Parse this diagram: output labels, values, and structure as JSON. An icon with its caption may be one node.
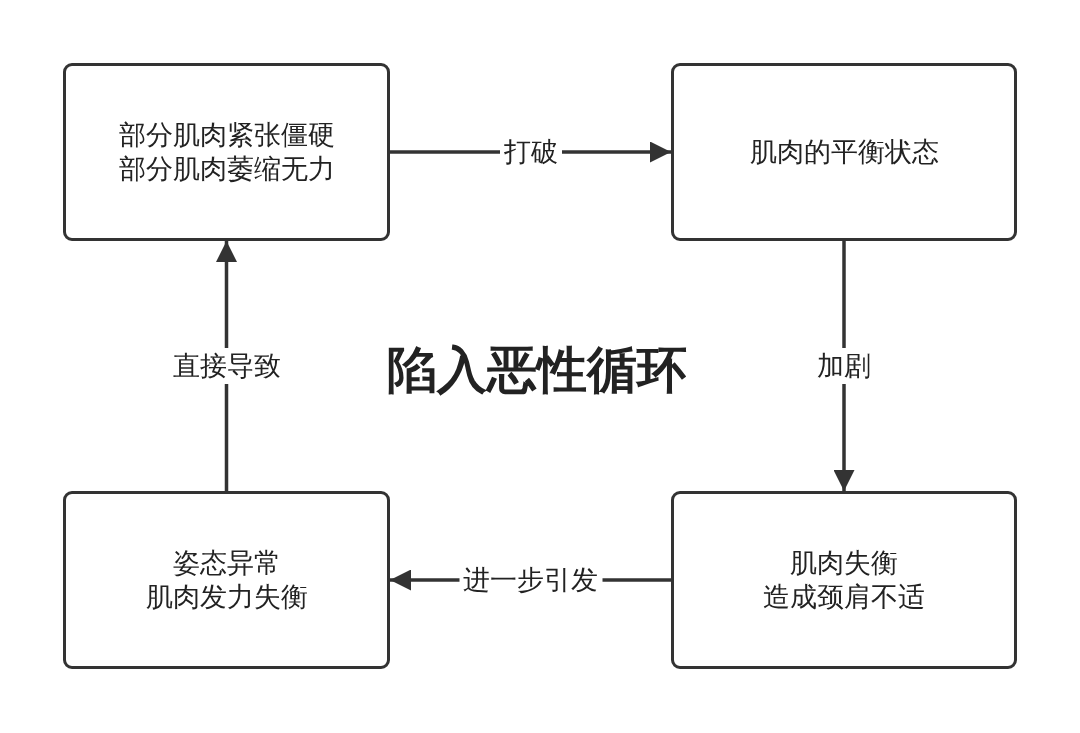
{
  "diagram": {
    "title": "陷入恶性循环",
    "nodes": [
      {
        "text": [
          "部分肌肉紧张僵硬",
          "部分肌肉萎缩无力"
        ]
      },
      {
        "text": [
          "肌肉的平衡状态"
        ]
      },
      {
        "text": [
          "肌肉失衡",
          "造成颈肩不适"
        ]
      },
      {
        "text": [
          "姿态异常",
          "肌肉发力失衡"
        ]
      }
    ],
    "edges": [
      {
        "from": 0,
        "to": 1,
        "arrow": "to",
        "label": "打破"
      },
      {
        "from": 1,
        "to": 2,
        "arrow": "to",
        "label": "加剧"
      },
      {
        "from": 2,
        "to": 3,
        "arrow": "to",
        "label": "进一步引发"
      },
      {
        "from": 3,
        "to": 0,
        "arrow": "to",
        "label": "直接导致"
      }
    ]
  }
}
